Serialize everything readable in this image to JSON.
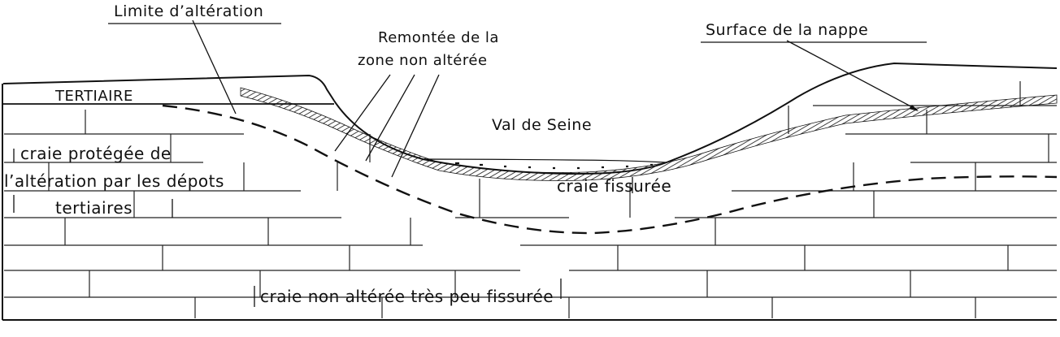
{
  "labels": {
    "alteration_limit": "Limite d’altération",
    "rising_zone_line1": "Remontée de la",
    "rising_zone_line2": "zone non altérée",
    "water_table_surface": "Surface de la nappe",
    "tertiary": "TERTIAIRE",
    "valley": "Val de Seine",
    "protected_chalk_line1": "craie protégée de",
    "protected_chalk_line2": "l’altération par les dépots",
    "protected_chalk_line3": "tertiaires",
    "fissured_chalk": "craie fissurée",
    "unaltered_chalk": "craie non altérée très peu fissurée"
  }
}
